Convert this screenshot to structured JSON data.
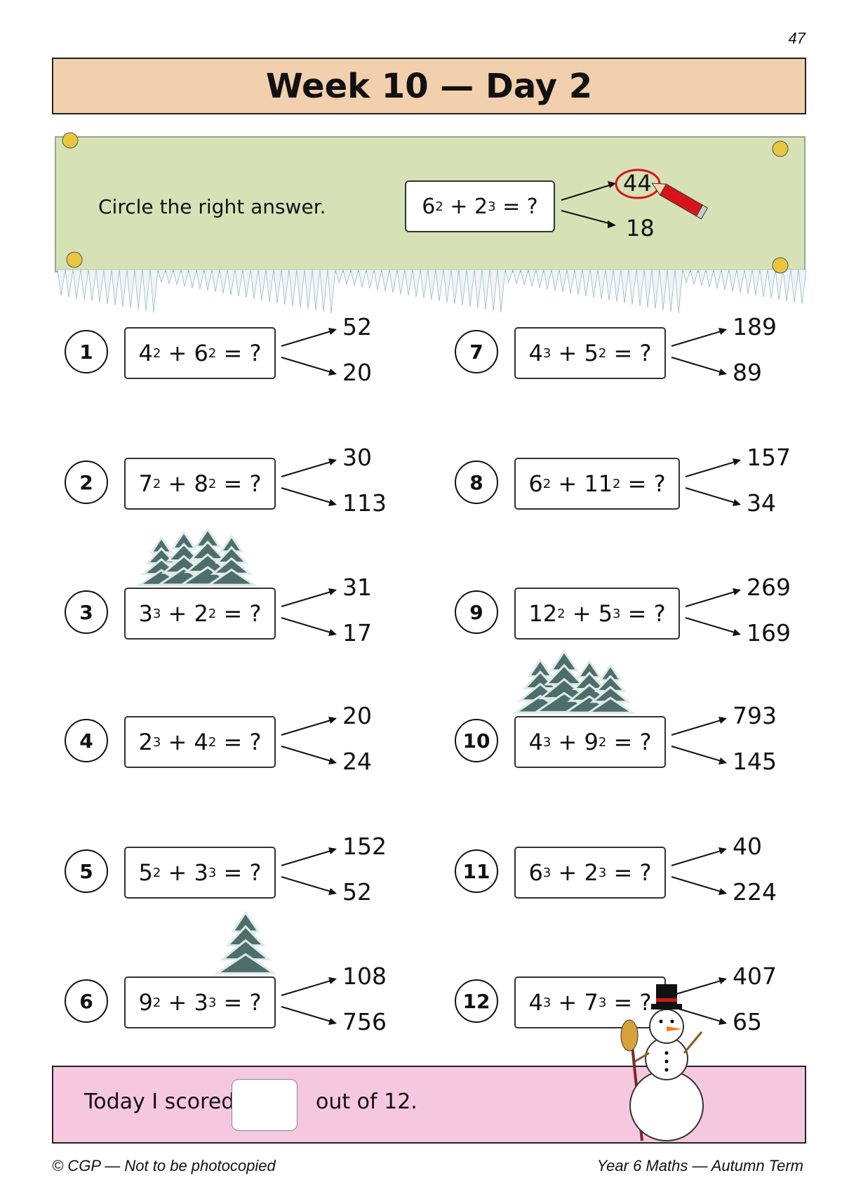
{
  "page_number": "47",
  "title": "Week 10 — Day 2",
  "example": {
    "instruction": "Circle the right answer.",
    "base1": "6",
    "exp1": "2",
    "base2": "2",
    "exp2": "3",
    "tail": " = ?",
    "answers": [
      "44",
      "18"
    ],
    "circled_answer": "44"
  },
  "questions": [
    {
      "num": "1",
      "b1": "4",
      "e1": "2",
      "b2": "6",
      "e2": "2",
      "answers": [
        "52",
        "20"
      ]
    },
    {
      "num": "2",
      "b1": "7",
      "e1": "2",
      "b2": "8",
      "e2": "2",
      "answers": [
        "30",
        "113"
      ]
    },
    {
      "num": "3",
      "b1": "3",
      "e1": "3",
      "b2": "2",
      "e2": "2",
      "answers": [
        "31",
        "17"
      ]
    },
    {
      "num": "4",
      "b1": "2",
      "e1": "3",
      "b2": "4",
      "e2": "2",
      "answers": [
        "20",
        "24"
      ]
    },
    {
      "num": "5",
      "b1": "5",
      "e1": "2",
      "b2": "3",
      "e2": "3",
      "answers": [
        "152",
        "52"
      ]
    },
    {
      "num": "6",
      "b1": "9",
      "e1": "2",
      "b2": "3",
      "e2": "3",
      "answers": [
        "108",
        "756"
      ]
    },
    {
      "num": "7",
      "b1": "4",
      "e1": "3",
      "b2": "5",
      "e2": "2",
      "answers": [
        "189",
        "89"
      ]
    },
    {
      "num": "8",
      "b1": "6",
      "e1": "2",
      "b2": "11",
      "e2": "2",
      "answers": [
        "157",
        "34"
      ]
    },
    {
      "num": "9",
      "b1": "12",
      "e1": "2",
      "b2": "5",
      "e2": "3",
      "answers": [
        "269",
        "169"
      ]
    },
    {
      "num": "10",
      "b1": "4",
      "e1": "3",
      "b2": "9",
      "e2": "2",
      "answers": [
        "793",
        "145"
      ]
    },
    {
      "num": "11",
      "b1": "6",
      "e1": "3",
      "b2": "2",
      "e2": "3",
      "answers": [
        "40",
        "224"
      ]
    },
    {
      "num": "12",
      "b1": "4",
      "e1": "3",
      "b2": "7",
      "e2": "3",
      "answers": [
        "407",
        "65"
      ]
    }
  ],
  "score": {
    "prefix": "Today I scored",
    "suffix": "out of 12.",
    "value": ""
  },
  "footer": {
    "left": "© CGP — Not to be photocopied",
    "right": "Year 6 Maths — Autumn Term"
  },
  "colors": {
    "title_bg": "#f2d0ad",
    "banner_bg": "#d6e2b6",
    "score_bg": "#f6c8df",
    "circle_red": "#d8141b"
  }
}
